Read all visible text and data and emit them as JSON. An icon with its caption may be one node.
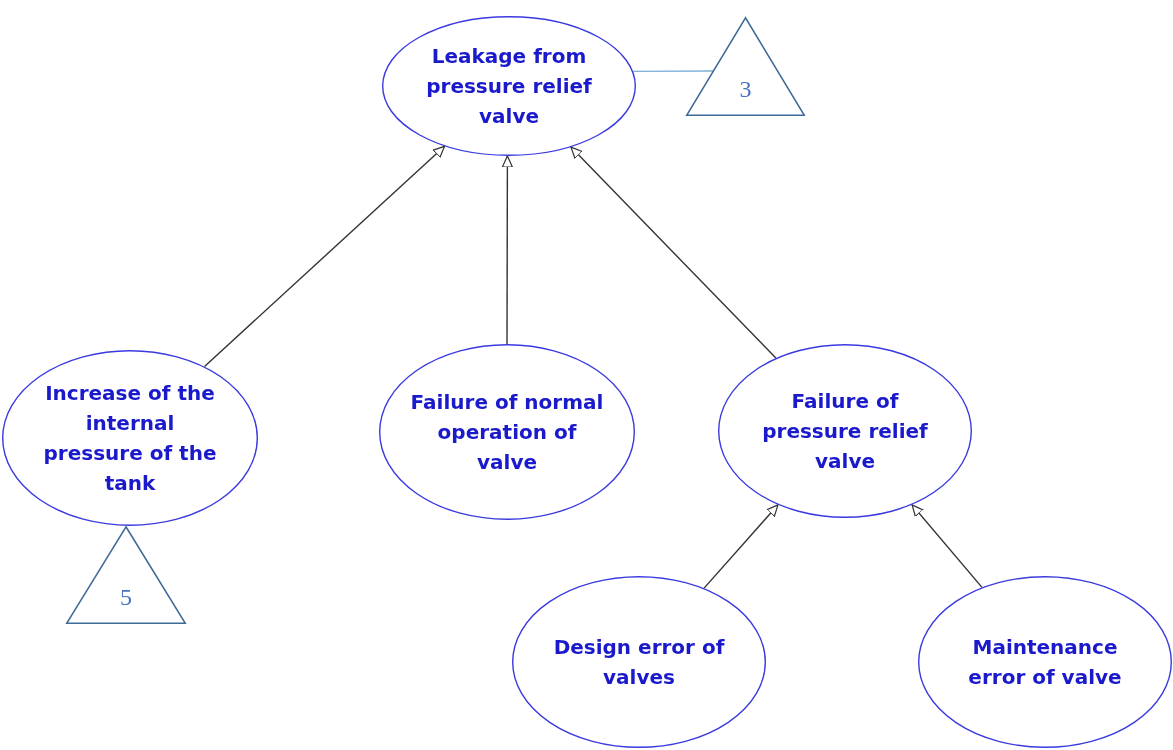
{
  "diagram": {
    "nodes": [
      {
        "text": [
          "Leakage from pressure relief valve"
        ]
      },
      {
        "text": [
          "3"
        ]
      },
      {
        "text": [
          "Increase of the internal pressure of the tank"
        ]
      },
      {
        "text": [
          "Failure of normal operation of valve"
        ]
      },
      {
        "text": [
          "Failure of pressure relief valve"
        ]
      },
      {
        "text": [
          "5"
        ]
      },
      {
        "text": [
          "Design error of valves"
        ]
      },
      {
        "text": [
          "Maintenance error of valve"
        ]
      }
    ],
    "edges": [
      {
        "from": 0,
        "to": 1,
        "arrow": "none",
        "color": "#7fb0d8"
      },
      {
        "from": 2,
        "to": 0,
        "arrow": "to"
      },
      {
        "from": 3,
        "to": 0,
        "arrow": "to"
      },
      {
        "from": 4,
        "to": 0,
        "arrow": "to"
      },
      {
        "from": 6,
        "to": 4,
        "arrow": "to"
      },
      {
        "from": 7,
        "to": 4,
        "arrow": "to"
      }
    ]
  }
}
